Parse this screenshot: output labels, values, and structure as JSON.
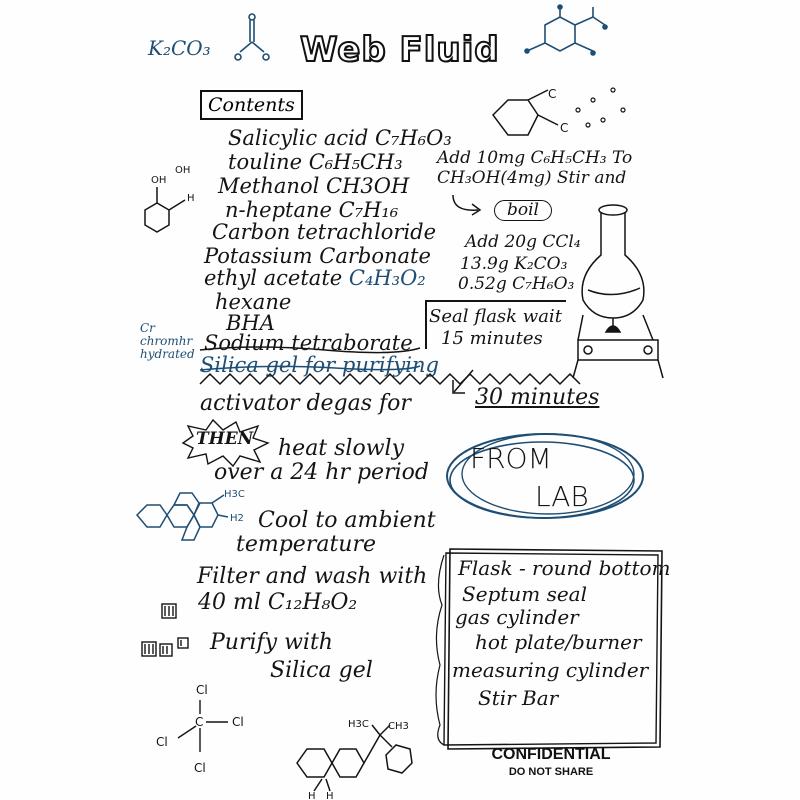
{
  "title": "Web Fluid",
  "formula_top": "K₂CO₃",
  "contents_label": "Contents",
  "ingredients": [
    {
      "name": "Salicylic acid",
      "formula": "C₇H₆O₃"
    },
    {
      "name": "touline",
      "formula": "C₆H₅CH₃"
    },
    {
      "name": "Methanol",
      "formula": "CH3OH"
    },
    {
      "name": "n-heptane",
      "formula": "C₇H₁₆"
    },
    {
      "name": "Carbon tetrachloride",
      "formula": ""
    },
    {
      "name": "Potassium Carbonate",
      "formula": ""
    },
    {
      "name": "ethyl acetate",
      "formula": "C₄H₃O₂"
    },
    {
      "name": "hexane",
      "formula": ""
    },
    {
      "name": "BHA",
      "formula": ""
    },
    {
      "name": "Sodium tetraborate",
      "formula": ""
    },
    {
      "name": "Silica gel for purifying",
      "formula": ""
    }
  ],
  "side_note": "Cr chromhr hydrated",
  "step_add_top": "Add 10mg C₆H₅CH₃ To CH₃OH(4mg) Stir and",
  "step_boil": "boil",
  "step_add_2": [
    "Add 20g CCl₄",
    "13.9g K₂CO₃",
    "0.52g C₇H₆O₃"
  ],
  "step_seal": [
    "Seal flask wait",
    "15 minutes"
  ],
  "step_activator": "activator degas for",
  "step_30": "30 minutes",
  "then_label": "THEN",
  "step_heat": [
    "heat slowly",
    "over a 24 hr period"
  ],
  "from_lab": [
    "FROM",
    "LAB"
  ],
  "step_cool": [
    "Cool to ambient",
    "temperature"
  ],
  "step_filter": [
    "Filter and wash with",
    "40 ml C₁₂H₈O₂"
  ],
  "step_purify": [
    "Purify with",
    "Silica gel"
  ],
  "equipment": [
    "Flask - round bottom",
    "Septum seal",
    "gas cylinder",
    "hot plate/burner",
    "measuring cylinder",
    "Stir Bar"
  ],
  "confidential": "CONFIDENTIAL",
  "do_not_share": "DO NOT SHARE",
  "colors": {
    "ink": "#141414",
    "blue": "#1f4e74"
  }
}
